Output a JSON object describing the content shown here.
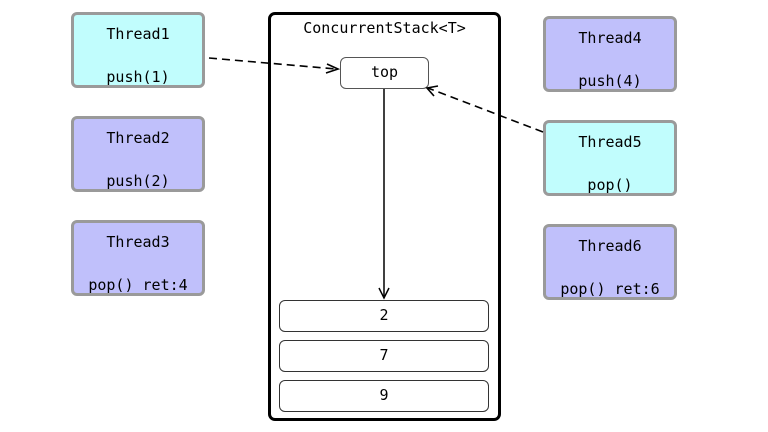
{
  "colors": {
    "active_thread": "#c1fdfd",
    "idle_thread": "#c0c0fb",
    "thread_border": "#9a9a9a"
  },
  "stack": {
    "title": "ConcurrentStack<T>",
    "top_label": "top",
    "items": [
      "2",
      "7",
      "9"
    ]
  },
  "threads": [
    {
      "name": "Thread1",
      "op": "push(1)",
      "state": "active"
    },
    {
      "name": "Thread2",
      "op": "push(2)",
      "state": "idle"
    },
    {
      "name": "Thread3",
      "op": "pop() ret:4",
      "state": "idle"
    },
    {
      "name": "Thread4",
      "op": "push(4)",
      "state": "idle"
    },
    {
      "name": "Thread5",
      "op": "pop()",
      "state": "active"
    },
    {
      "name": "Thread6",
      "op": "pop() ret:6",
      "state": "idle"
    }
  ]
}
